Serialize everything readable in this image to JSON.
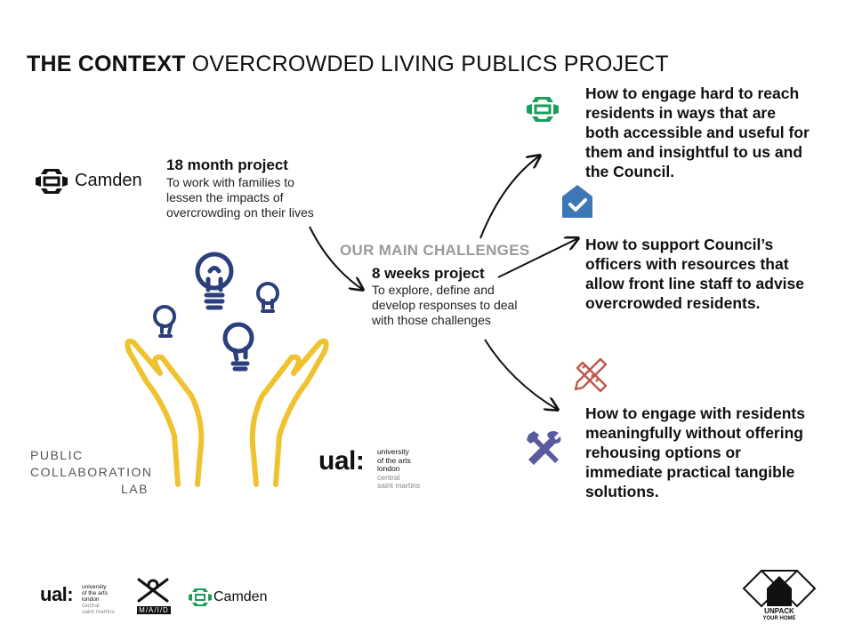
{
  "title": {
    "bold": "THE CONTEXT",
    "rest": "OVERCROWDED LIVING PUBLICS PROJECT"
  },
  "camden_label": "Camden",
  "project1": {
    "heading": "18 month project",
    "lines": [
      "To work with families to",
      "lessen the impacts of",
      "overcrowding on their lives"
    ]
  },
  "main_challenges": "OUR MAIN CHALLENGES",
  "project2": {
    "heading": "8 weeks project",
    "lines": [
      "To explore, define and",
      "develop responses to deal",
      "with those challenges"
    ]
  },
  "challenges": [
    {
      "lines": [
        "How to engage hard to reach",
        "residents in ways that are",
        "both accessible and useful for",
        "them and insightful to us and",
        "the Council."
      ],
      "icon": "camden-logo-icon"
    },
    {
      "lines": [
        "How to support Council’s",
        "officers with resources that",
        "allow front line staff to advise",
        "overcrowded residents."
      ],
      "icon": "house-check-icon"
    },
    {
      "lines": [
        "How to engage with residents",
        "meaningfully without offering",
        "rehousing options or",
        "immediate practical tangible",
        "solutions."
      ],
      "icon": "tools-icon"
    }
  ],
  "pcl": [
    "PUBLIC",
    "COLLABORATION",
    "LAB"
  ],
  "ual": {
    "mark": "ual:",
    "lines": [
      "university",
      "of the arts",
      "london"
    ],
    "sub": [
      "central",
      "saint martins"
    ]
  },
  "footer": {
    "ual_mark": "ual:",
    "ual_lines": [
      "university",
      "of the arts",
      "london"
    ],
    "ual_sub": [
      "central",
      "saint martins"
    ],
    "maid": "M/A/I/D",
    "camden": "Camden",
    "unpack": [
      "UNPACK",
      "YOUR HOME"
    ]
  },
  "colors": {
    "camden_green": "#1a9e5c",
    "bulb_blue": "#2b3f7c",
    "hands_yellow": "#f0c230",
    "house_blue": "#3e77b5",
    "ruler_red": "#c1574a",
    "tools_purple": "#5a5aa0",
    "gray_text": "#9a9a9a"
  }
}
